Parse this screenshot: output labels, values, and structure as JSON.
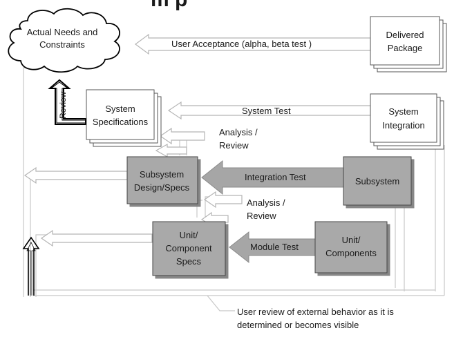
{
  "heading_fragment": "m p",
  "cloud": {
    "line1": "Actual Needs and",
    "line2": "Constraints"
  },
  "nodes": {
    "delivered": {
      "line1": "Delivered",
      "line2": "Package"
    },
    "system_specs": {
      "line1": "System",
      "line2": "Specifications"
    },
    "system_integration": {
      "line1": "System",
      "line2": "Integration"
    },
    "subsystem_specs": {
      "line1": "Subsystem",
      "line2": "Design/Specs"
    },
    "subsystem": {
      "line1": "Subsystem"
    },
    "unit_specs": {
      "line1": "Unit/",
      "line2": "Component",
      "line3": "Specs"
    },
    "unit_components": {
      "line1": "Unit/",
      "line2": "Components"
    }
  },
  "arrows": {
    "user_acceptance": "User Acceptance (alpha, beta test )",
    "system_test": "System Test",
    "integration_test": "Integration Test",
    "module_test": "Module Test",
    "review": "Review"
  },
  "notes": {
    "analysis_review_1": {
      "line1": "Analysis /",
      "line2": "Review"
    },
    "analysis_review_2": {
      "line1": "Analysis /",
      "line2": "Review"
    },
    "user_review": {
      "line1": "User review of external behavior as it is",
      "line2": "determined or becomes visible"
    }
  },
  "colors": {
    "shaded_box": "#a9a9a9",
    "strong_arrow": "#a6a6a6",
    "light_line": "#c8c8c8",
    "outline": "#555555",
    "text": "#1a1a1a"
  }
}
